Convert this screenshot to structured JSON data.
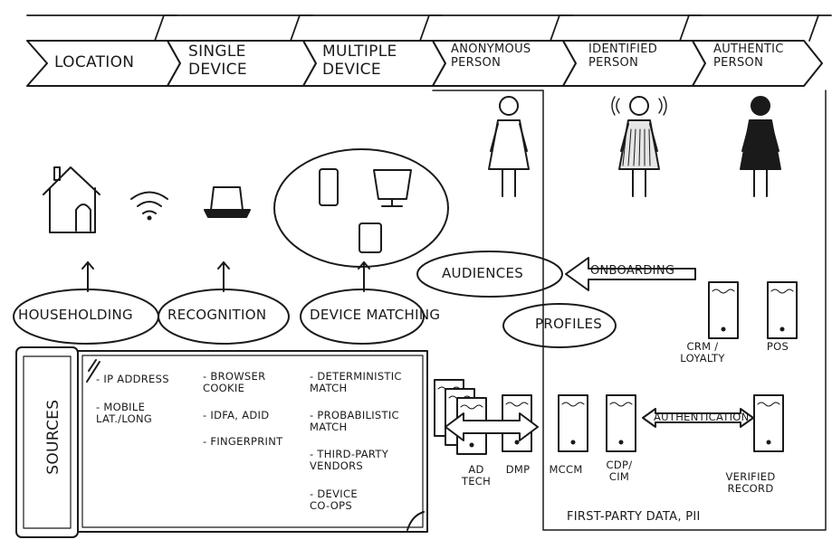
{
  "identity_steps": [
    {
      "id": "location",
      "label": "LOCATION"
    },
    {
      "id": "single-device",
      "label": "SINGLE\nDEVICE"
    },
    {
      "id": "multiple-device",
      "label": "MULTIPLE\nDEVICE"
    },
    {
      "id": "anonymous-person",
      "label": "ANONYMOUS\nPERSON"
    },
    {
      "id": "identified-person",
      "label": "IDENTIFIED\nPERSON"
    },
    {
      "id": "authentic-person",
      "label": "AUTHENTIC\nPERSON"
    }
  ],
  "methods": [
    {
      "id": "householding",
      "label": "HOUSEHOLDING"
    },
    {
      "id": "recognition",
      "label": "RECOGNITION"
    },
    {
      "id": "device-matching",
      "label": "DEVICE MATCHING"
    }
  ],
  "sources": {
    "title": "SOURCES",
    "columns": [
      [
        "- IP ADDRESS",
        "- MOBILE\nLAT./LONG"
      ],
      [
        "- BROWSER\nCOOKIE",
        "- IDFA, ADID",
        "- FINGERPRINT"
      ],
      [
        "- DETERMINISTIC\nMATCH",
        "- PROBABILISTIC\nMATCH",
        "- THIRD-PARTY\nVENDORS",
        "- DEVICE\nCO-OPS"
      ]
    ]
  },
  "audiences": "AUDIENCES",
  "onboarding": "ONBOARDING",
  "profiles": "PROFILES",
  "authentication": "AUTHENTICATION",
  "servers": [
    {
      "id": "ad-tech",
      "label": "AD\nTECH"
    },
    {
      "id": "dmp",
      "label": "DMP"
    },
    {
      "id": "mccm",
      "label": "MCCM"
    },
    {
      "id": "cdp-cim",
      "label": "CDP/\nCIM"
    },
    {
      "id": "verified-record",
      "label": "VERIFIED\nRECORD"
    },
    {
      "id": "crm-loyalty",
      "label": "CRM /\nLOYALTY"
    },
    {
      "id": "pos",
      "label": "POS"
    }
  ],
  "first_party_label": "FIRST-PARTY DATA, PII"
}
